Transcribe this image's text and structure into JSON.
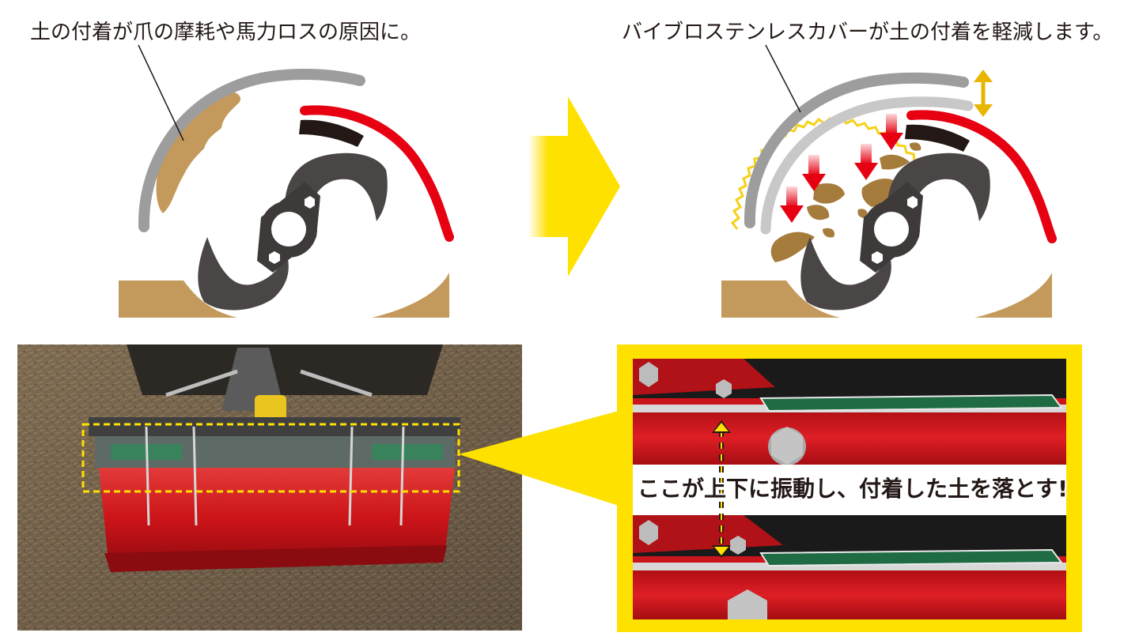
{
  "captions": {
    "left": "土の付着が爪の摩耗や馬力ロスの原因に。",
    "right": "バイブロステンレスカバーが土の付着を軽減します。"
  },
  "callout": {
    "text": "ここが上下に振動し、付着した土を落とす!"
  },
  "colors": {
    "soil": "#c49a5c",
    "soil_dark": "#a67c3d",
    "cover_gray": "#9d9d9d",
    "cover_light": "#c8c8c8",
    "red": "#e60012",
    "blade": "#3e3a39",
    "yellow": "#f7d117",
    "arrow_yellow": "#ffe100",
    "callout_bg": "#ffe100",
    "machine_red": "#d7141c"
  },
  "icons": {
    "main_arrow": "right-arrow-icon",
    "vibration": "double-arrow-vertical-icon",
    "drop_arrows": "down-arrow-icon"
  }
}
